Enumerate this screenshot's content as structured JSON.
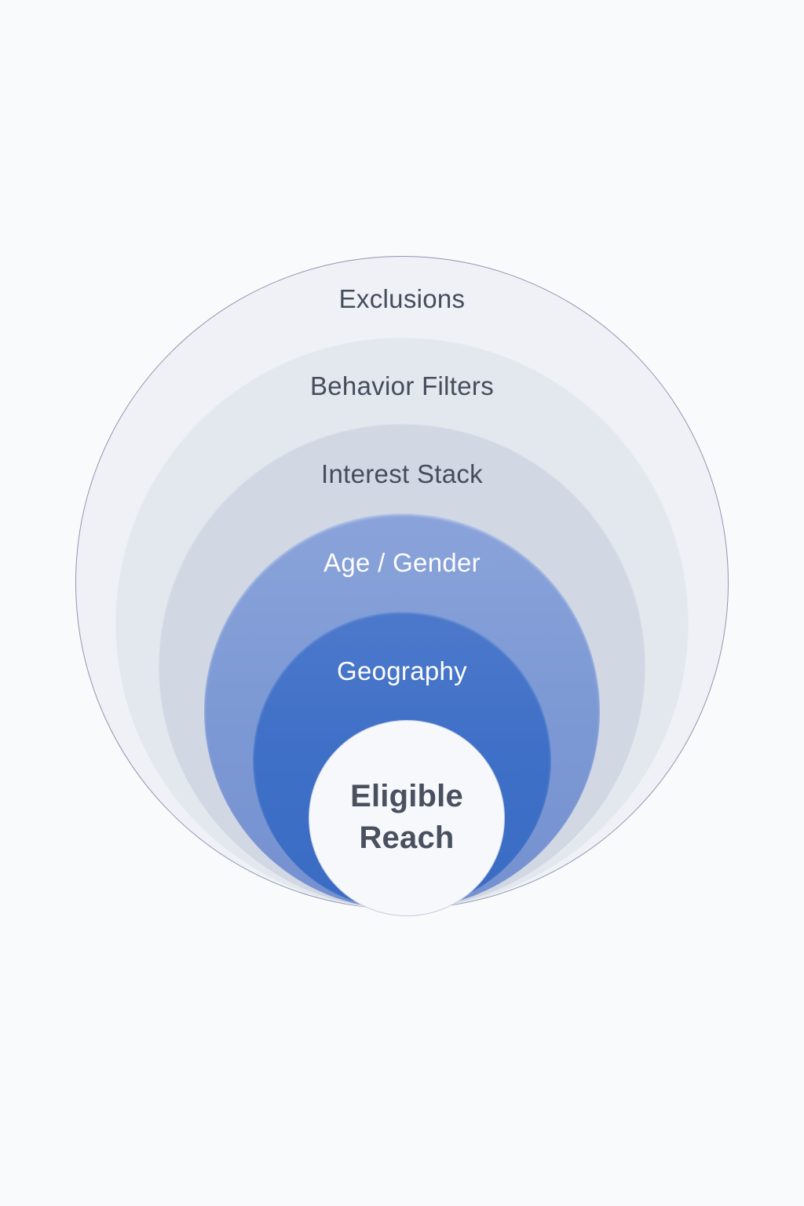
{
  "diagram": {
    "type": "concentric-circles-funnel",
    "background_color": "#f9fafb",
    "outer_border_color": "#8f97b3",
    "layers": [
      {
        "label": "Exclusions",
        "fill": "#eff1f6",
        "text_color": "#454c5c"
      },
      {
        "label": "Behavior Filters",
        "fill": "#e3e7ee",
        "text_color": "#454c5c"
      },
      {
        "label": "Interest Stack",
        "fill": "#d1d7e3",
        "text_color": "#454c5c"
      },
      {
        "label": "Age / Gender",
        "fill": "#7e9ad5",
        "text_color": "#fdfdfe"
      },
      {
        "label": "Geography",
        "fill": "#3f70c7",
        "text_color": "#fdfdfe"
      },
      {
        "label": "Eligible Reach",
        "fill": "#f6f8fb",
        "text_color": "#49505f"
      }
    ]
  }
}
